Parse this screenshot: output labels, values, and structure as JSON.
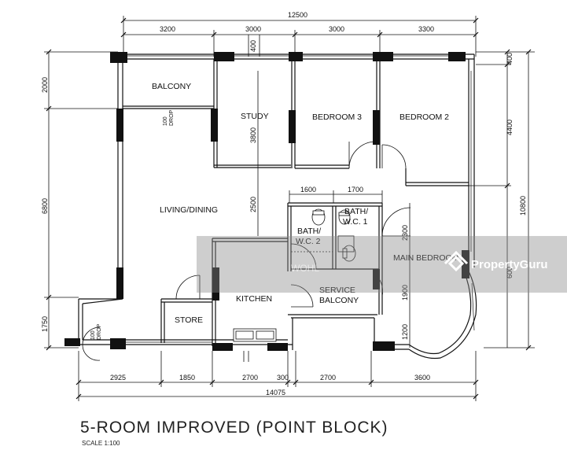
{
  "plan": {
    "title": "5-ROOM IMPROVED (POINT BLOCK)",
    "scale": "SCALE   1:100",
    "rooms": {
      "balcony": "BALCONY",
      "study": "STUDY",
      "bedroom3": "BEDROOM 3",
      "bedroom2": "BEDROOM 2",
      "living_dining": "LIVING/DINING",
      "bath_wc2_a": "BATH/",
      "bath_wc2_b": "W.C. 2",
      "bath_wc1_a": "BATH/",
      "bath_wc1_b": "W.C. 1",
      "main_bedroom": "MAIN BEDROOM",
      "kitchen": "KITCHEN",
      "service_balcony_a": "SERVICE",
      "service_balcony_b": "BALCONY",
      "store": "STORE"
    },
    "notes": {
      "drop1": "100",
      "drop1b": "DROP",
      "drop2": "100",
      "drop2b": "DROP"
    },
    "dims": {
      "top_total": "12500",
      "top_1": "3200",
      "top_2": "3000",
      "top_3": "3000",
      "top_4": "3300",
      "top_small": "400",
      "left_1": "2000",
      "left_2": "6800",
      "left_3": "1750",
      "right_1": "400",
      "right_2": "4400",
      "right_total": "10800",
      "right_3": "600",
      "inner_1600": "1600",
      "inner_1700": "1700",
      "inner_3800": "3800",
      "inner_2500": "2500",
      "inner_2300": "2300",
      "inner_1900": "1900",
      "inner_1200": "1200",
      "bot_1": "2925",
      "bot_2": "1850",
      "bot_3": "2700",
      "bot_4": "300",
      "bot_5": "2700",
      "bot_6": "3600",
      "bot_total": "14075"
    },
    "watermark": {
      "brand": "PropertyGuru",
      "faint": "WOHL"
    }
  }
}
